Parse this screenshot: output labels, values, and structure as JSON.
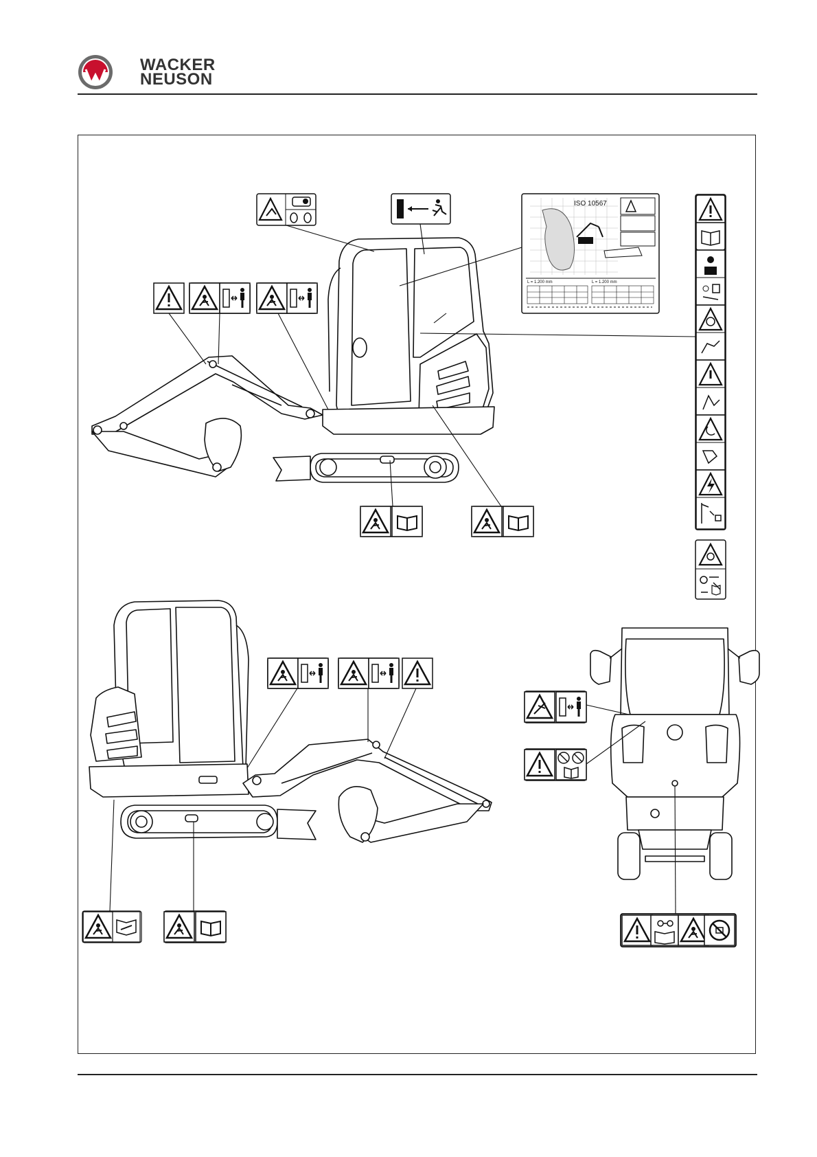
{
  "header": {
    "brand_line1": "WACKER",
    "brand_line2": "NEUSON",
    "brand_color": "#c8102e"
  },
  "load_chart_decal": {
    "standard": "ISO 10567",
    "reach_left": "L = 1.200 mm",
    "reach_right": "L = 1.200 mm"
  },
  "icons": {
    "warning": "warning-triangle-icon",
    "manual": "operator-manual-icon",
    "keep_distance": "keep-distance-icon",
    "emergency_exit": "emergency-exit-icon"
  }
}
